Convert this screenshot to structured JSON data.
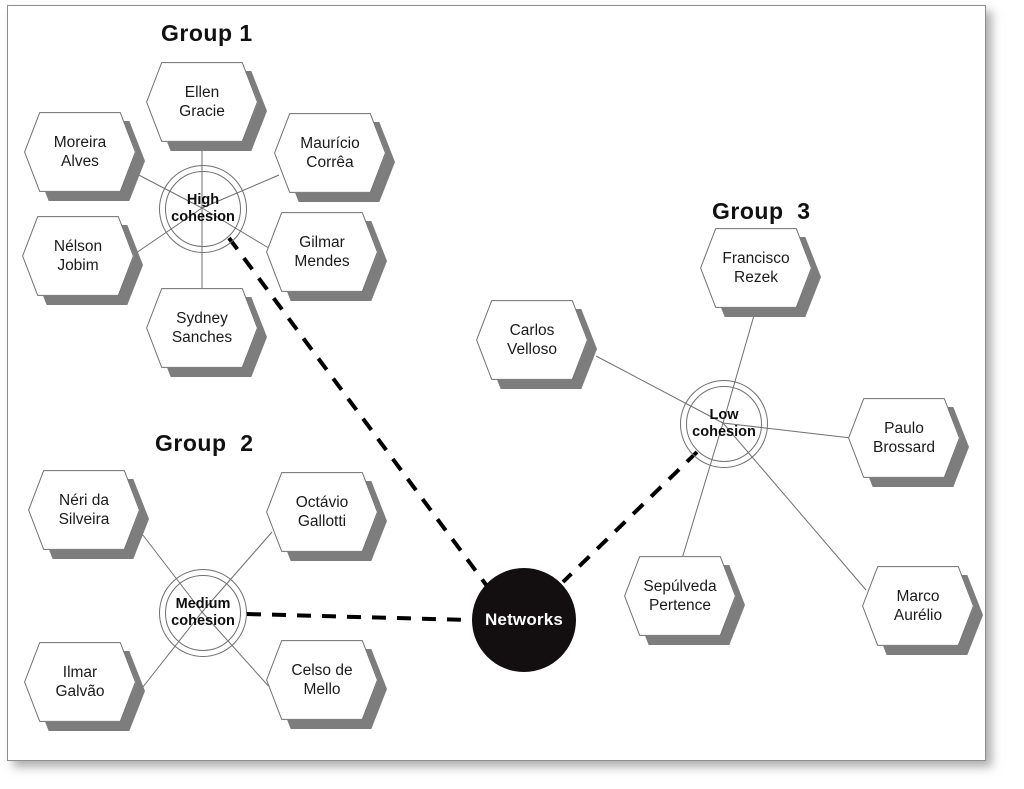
{
  "figure": {
    "type": "network-diagram",
    "title": "",
    "background_color": "#ffffff",
    "frame_border_color": "#8d8d8d"
  },
  "groups": [
    {
      "id": "group1",
      "label": "Group 1",
      "hub": "High\ncohesion",
      "hub_plain": "High cohesion"
    },
    {
      "id": "group2",
      "label": "Group  2",
      "hub": "Medium\ncohesion",
      "hub_plain": "Medium cohesion"
    },
    {
      "id": "group3",
      "label": "Group  3",
      "hub": "Low\ncohesion",
      "hub_plain": "Low cohesion"
    }
  ],
  "center": {
    "label": "Networks",
    "color": "#130f10",
    "text_color": "#ffffff"
  },
  "nodes": {
    "g1": [
      {
        "name": "Ellen\nGracie",
        "plain": "Ellen Gracie"
      },
      {
        "name": "Moreira\nAlves",
        "plain": "Moreira Alves"
      },
      {
        "name": "Maurício\nCorrêa",
        "plain": "Maurício Corrêa"
      },
      {
        "name": "Nélson\nJobim",
        "plain": "Nélson Jobim"
      },
      {
        "name": "Gilmar\nMendes",
        "plain": "Gilmar Mendes"
      },
      {
        "name": "Sydney\nSanches",
        "plain": "Sydney Sanches"
      }
    ],
    "g2": [
      {
        "name": "Néri da\nSilveira",
        "plain": "Néri da Silveira"
      },
      {
        "name": "Octávio\nGallotti",
        "plain": "Octávio Gallotti"
      },
      {
        "name": "Ilmar\nGalvão",
        "plain": "Ilmar Galvão"
      },
      {
        "name": "Celso de\nMello",
        "plain": "Celso de Mello"
      }
    ],
    "g3": [
      {
        "name": "Carlos\nVelloso",
        "plain": "Carlos Velloso"
      },
      {
        "name": "Francisco\nRezek",
        "plain": "Francisco Rezek"
      },
      {
        "name": "Paulo\nBrossard",
        "plain": "Paulo Brossard"
      },
      {
        "name": "Sepúlveda\nPertence",
        "plain": "Sepúlveda Pertence"
      },
      {
        "name": "Marco\nAurélio",
        "plain": "Marco Aurélio"
      }
    ]
  },
  "edges": {
    "style_member": {
      "stroke": "#6f6f6f",
      "width": 1,
      "dash": "none"
    },
    "style_hub_to_center": {
      "stroke": "#000000",
      "width": 4,
      "dash": "14 11"
    }
  },
  "colors": {
    "hex_fill": "#ffffff",
    "hex_stroke": "#6f6f6f",
    "hex_shadow": "#7d7d7d",
    "text": "#1b1b1b",
    "hub_stroke": "#6f6f6f"
  }
}
